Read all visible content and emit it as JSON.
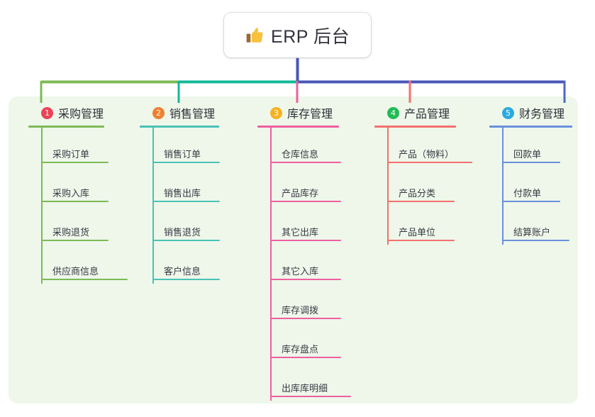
{
  "root": {
    "label": "ERP 后台",
    "icon": "thumbs-up-icon",
    "box_color": "#ffffff",
    "text_color": "#32323c"
  },
  "panel": {
    "background": "#eef7ea"
  },
  "bus": {
    "segments": [
      {
        "name": "purchase-segment",
        "color": "#7cba56"
      },
      {
        "name": "sales-segment",
        "color": "#13b89a"
      },
      {
        "name": "finance-segment",
        "color": "#4856b8"
      }
    ],
    "trunk_color": "#4856b8"
  },
  "columns": [
    {
      "id": "purchase",
      "number": "1",
      "title": "采购管理",
      "badge_color": "#ec4358",
      "line_color": "#7cba56",
      "items": [
        {
          "label": "采购订单",
          "width": 95
        },
        {
          "label": "采购入库",
          "width": 95
        },
        {
          "label": "采购退货",
          "width": 95
        },
        {
          "label": "供应商信息",
          "width": 122
        }
      ]
    },
    {
      "id": "sales",
      "number": "2",
      "title": "销售管理",
      "badge_color": "#f08030",
      "line_color": "#49c3b6",
      "items": [
        {
          "label": "销售订单",
          "width": 95
        },
        {
          "label": "销售出库",
          "width": 95
        },
        {
          "label": "销售退货",
          "width": 95
        },
        {
          "label": "客户信息",
          "width": 95
        }
      ]
    },
    {
      "id": "inventory",
      "number": "3",
      "title": "库存管理",
      "badge_color": "#f5b324",
      "line_color": "#ef5fa0",
      "items": [
        {
          "label": "仓库信息",
          "width": 100
        },
        {
          "label": "产品库存",
          "width": 100
        },
        {
          "label": "其它出库",
          "width": 100
        },
        {
          "label": "其它入库",
          "width": 100
        },
        {
          "label": "库存调拨",
          "width": 100
        },
        {
          "label": "库存盘点",
          "width": 100
        },
        {
          "label": "出库库明细",
          "width": 114
        }
      ]
    },
    {
      "id": "product",
      "number": "4",
      "title": "产品管理",
      "badge_color": "#22bb55",
      "line_color": "#f4706e",
      "items": [
        {
          "label": "产品（物料）",
          "width": 120
        },
        {
          "label": "产品分类",
          "width": 95
        },
        {
          "label": "产品单位",
          "width": 95
        }
      ]
    },
    {
      "id": "finance",
      "number": "5",
      "title": "财务管理",
      "badge_color": "#2aaae0",
      "line_color": "#6a8fdd",
      "items": [
        {
          "label": "回款单",
          "width": 82
        },
        {
          "label": "付款单",
          "width": 82
        },
        {
          "label": "结算账户",
          "width": 95
        }
      ]
    }
  ]
}
